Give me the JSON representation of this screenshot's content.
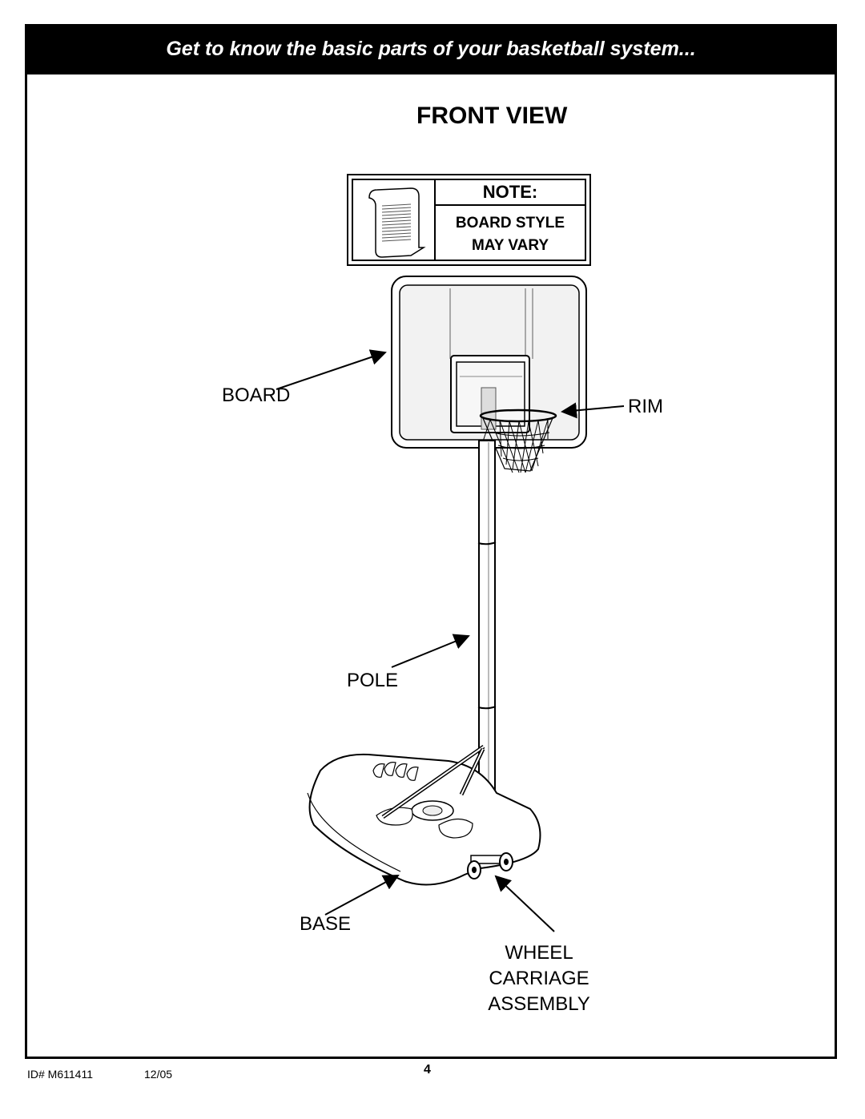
{
  "header": {
    "banner": "Get to know the basic parts of your basketball system...",
    "title": "FRONT VIEW"
  },
  "note": {
    "heading": "NOTE:",
    "line1": "BOARD STYLE",
    "line2": "MAY VARY"
  },
  "labels": {
    "board": "BOARD",
    "rim": "RIM",
    "pole": "POLE",
    "base": "BASE",
    "wheel_line1": "WHEEL",
    "wheel_line2": "CARRIAGE",
    "wheel_line3": "ASSEMBLY"
  },
  "footer": {
    "id": "ID# M611411",
    "date": "12/05",
    "page": "4"
  }
}
